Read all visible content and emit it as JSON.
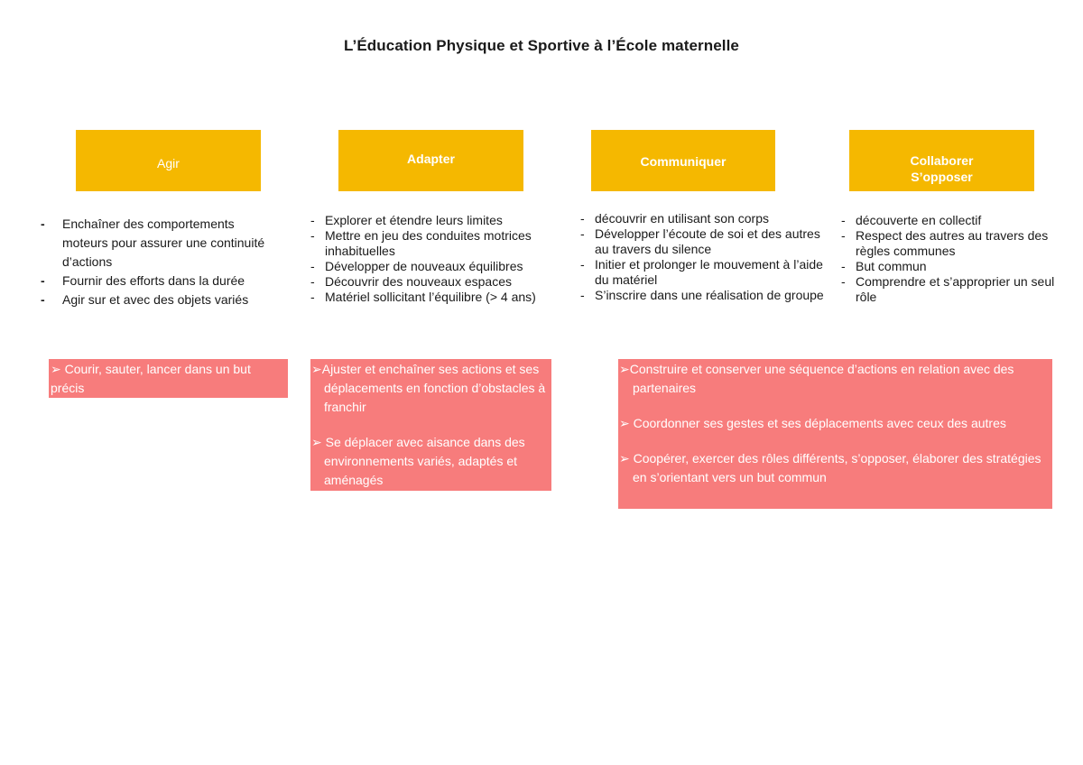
{
  "title": "L’Éducation Physique et Sportive à l’École maternelle",
  "categories": [
    {
      "label": "Agir"
    },
    {
      "label": "Adapter"
    },
    {
      "label": "Communiquer"
    },
    {
      "label": "Collaborer\nS’opposer"
    }
  ],
  "bullet_mark": "-",
  "columns": [
    {
      "items": [
        "Enchaîner des comportements moteurs pour assurer une continuité d’actions",
        "Fournir des efforts dans la durée",
        "Agir sur et avec des objets variés"
      ]
    },
    {
      "items": [
        "Explorer et étendre leurs limites",
        "Mettre en jeu des conduites motrices inhabituelles",
        "Développer de nouveaux équilibres",
        "Découvrir des nouveaux espaces",
        "Matériel sollicitant l’équilibre (> 4 ans)"
      ]
    },
    {
      "items": [
        "découvrir en utilisant son corps",
        "Développer l’écoute de soi et des autres au travers du silence",
        "Initier et prolonger le mouvement à l’aide du matériel",
        "S’inscrire dans une réalisation de groupe"
      ]
    },
    {
      "items": [
        "découverte en collectif",
        "Respect des autres au travers des règles communes",
        "But commun",
        "Comprendre et s’approprier un seul rôle"
      ]
    }
  ],
  "goals": [
    {
      "items": [
        "➢ Courir, sauter, lancer dans un but précis"
      ]
    },
    {
      "items": [
        "➢Ajuster et enchaîner ses actions et ses déplacements en fonction d’obstacles à franchir",
        "➢ Se déplacer avec aisance dans des environnements variés, adaptés et aménagés"
      ]
    },
    {
      "items": [
        "➢Construire et conserver une séquence d’actions en relation avec des partenaires",
        "➢ Coordonner ses gestes et ses déplacements avec ceux des autres",
        "➢ Coopérer, exercer des rôles différents, s’opposer, élaborer des stratégies en s’orientant vers un but commun"
      ]
    }
  ],
  "colors": {
    "category_fill": "#f5b800",
    "goal_fill": "#f77c7c",
    "text": "#1a1a1a"
  }
}
